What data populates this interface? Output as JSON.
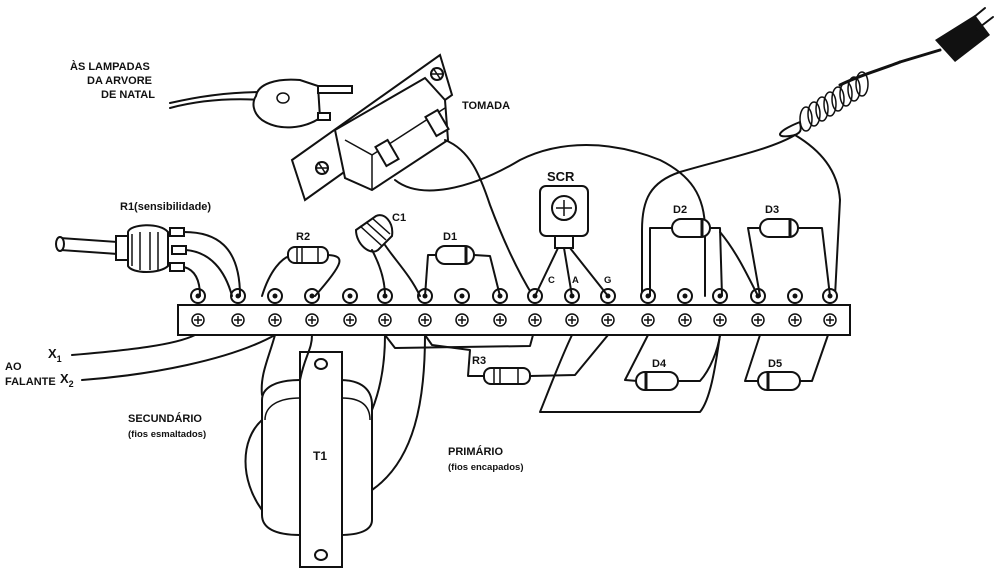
{
  "labels": {
    "lamps_line1": "ÀS LAMPADAS",
    "lamps_line2": "DA ARVORE",
    "lamps_line3": "DE NATAL",
    "socket": "TOMADA",
    "r1": "R1(sensibilidade)",
    "r2": "R2",
    "c1": "C1",
    "d1": "D1",
    "scr": "SCR",
    "d2": "D2",
    "d3": "D3",
    "d4": "D4",
    "d5": "D5",
    "r3": "R3",
    "pin_c": "C",
    "pin_a": "A",
    "pin_g": "G",
    "speaker_line1": "AO",
    "speaker_line2": "FALANTE",
    "x1": "X",
    "x1_sub": "1",
    "x2": "X",
    "x2_sub": "2",
    "secondary": "SECUNDÁRIO",
    "secondary_note": "(fios esmaltados)",
    "primary": "PRIMÁRIO",
    "primary_note": "(fios encapados)",
    "transformer": "T1"
  }
}
